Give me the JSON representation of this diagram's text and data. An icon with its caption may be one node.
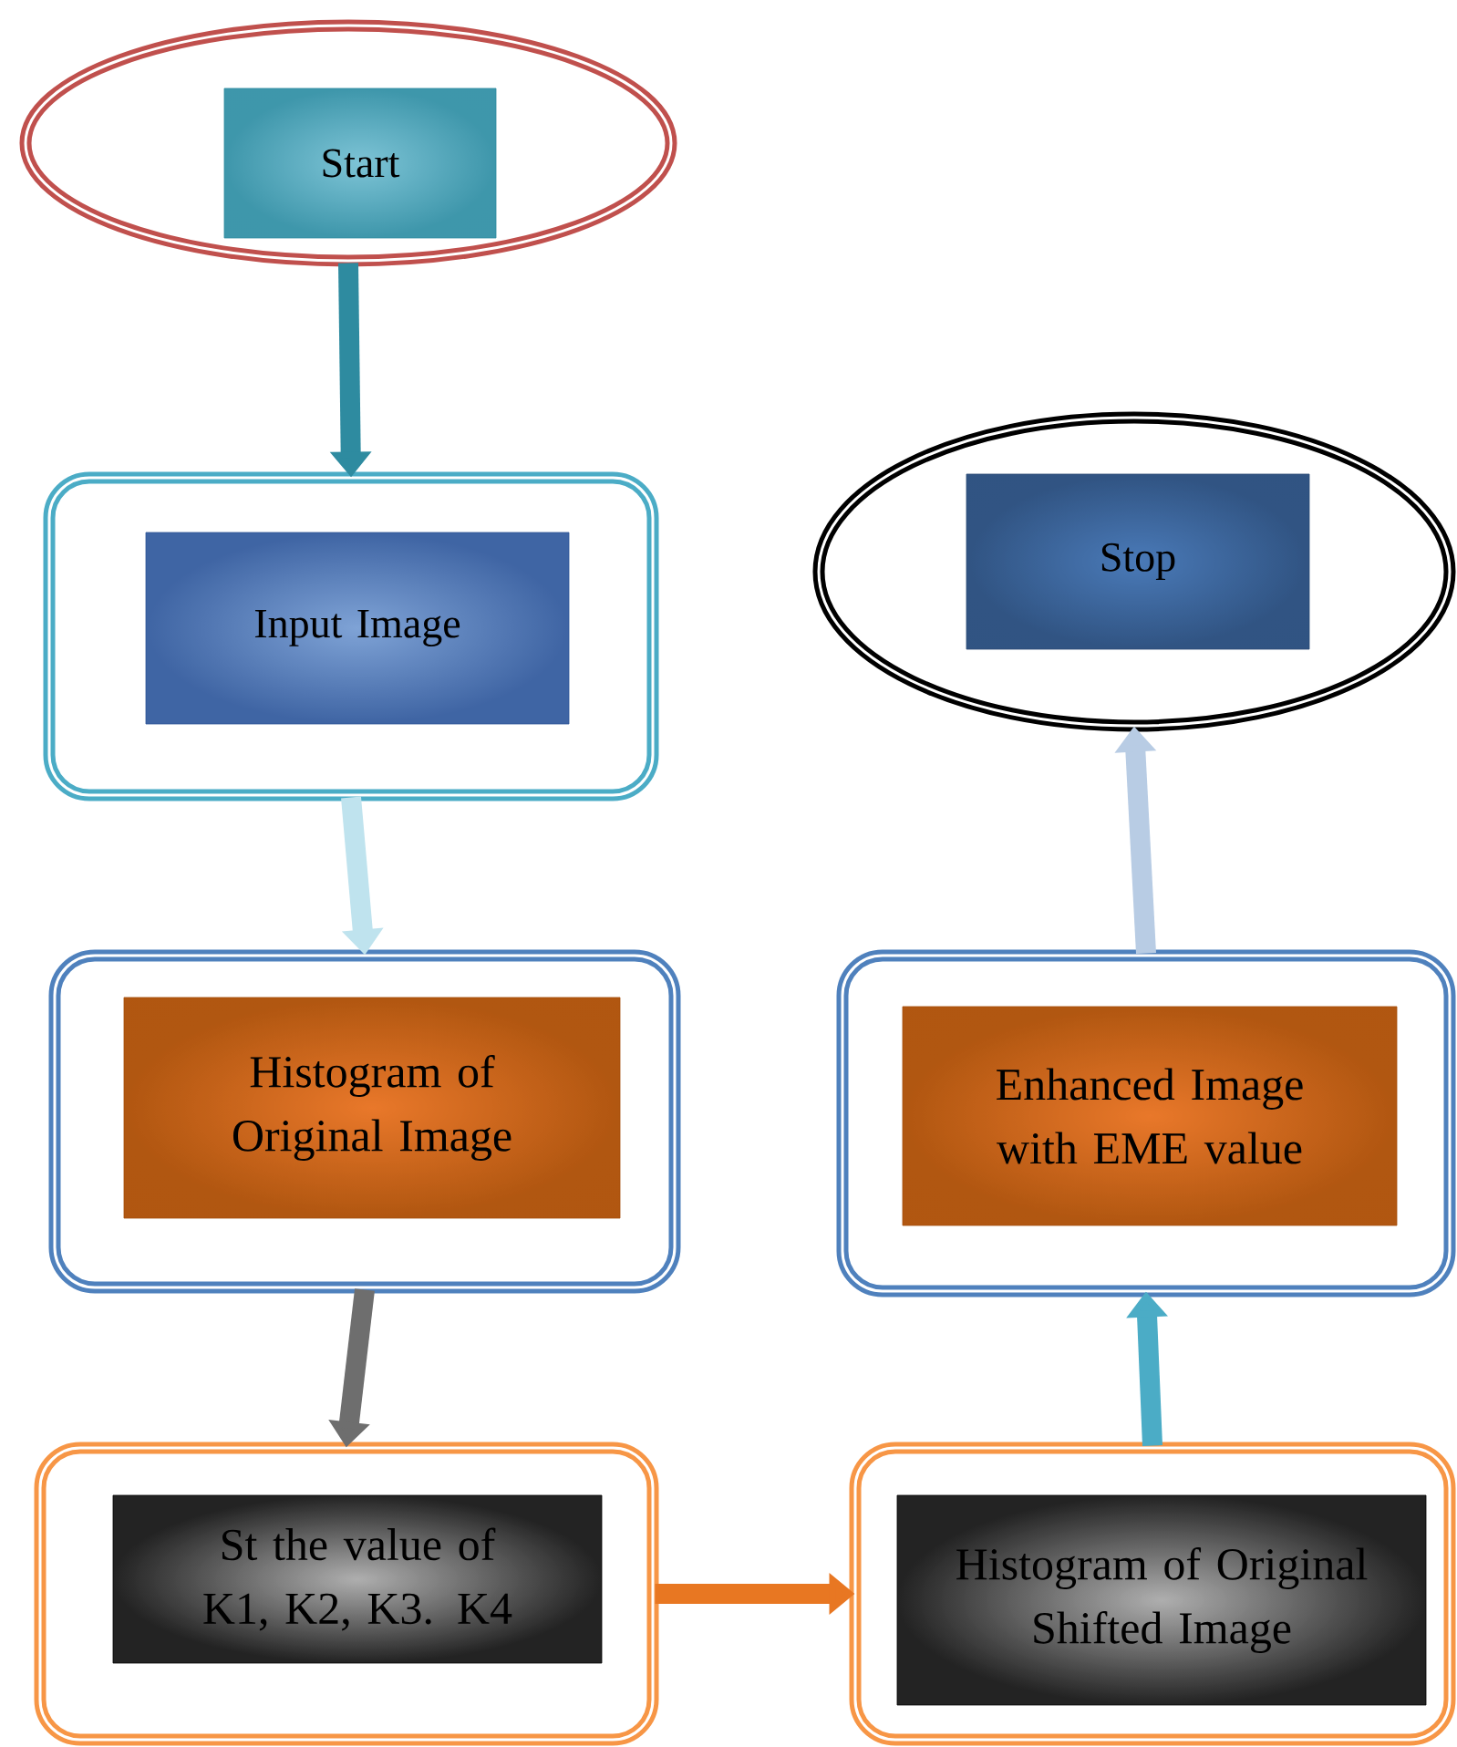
{
  "diagram": {
    "nodes": [
      {
        "text": [],
        "shape": "ellipse"
      },
      {
        "text": [
          "Start"
        ],
        "in": 0
      },
      {
        "text": [],
        "shape": "box"
      },
      {
        "text": [
          "Input Image"
        ],
        "in": 2
      },
      {
        "text": [],
        "shape": "box"
      },
      {
        "text": [
          "Histogram of Original Image"
        ],
        "in": 4
      },
      {
        "text": [],
        "shape": "box"
      },
      {
        "text": [
          "St the value of K1, K2, K3. K4"
        ],
        "in": 6
      },
      {
        "text": [],
        "shape": "ellipse"
      },
      {
        "text": [
          "Stop"
        ],
        "in": 8
      },
      {
        "text": [],
        "shape": "box"
      },
      {
        "text": [
          "Enhanced Image with EME value"
        ],
        "in": 10
      },
      {
        "text": [],
        "shape": "box"
      },
      {
        "text": [
          "Histogram of Original Shifted Image"
        ],
        "in": 12
      }
    ],
    "edges": [
      {
        "from": 0,
        "to": 2,
        "arrow": "to",
        "color": "#2e8ba0"
      },
      {
        "from": 2,
        "to": 4,
        "arrow": "to",
        "color": "#bfe3ee"
      },
      {
        "from": 4,
        "to": 6,
        "arrow": "to",
        "color": "#6e6e6e"
      },
      {
        "from": 6,
        "to": 12,
        "arrow": "to",
        "color": "#e87722"
      },
      {
        "from": 12,
        "to": 10,
        "arrow": "to",
        "color": "#4bacc6"
      },
      {
        "from": 10,
        "to": 8,
        "arrow": "to",
        "color": "#b8cce4"
      }
    ]
  }
}
